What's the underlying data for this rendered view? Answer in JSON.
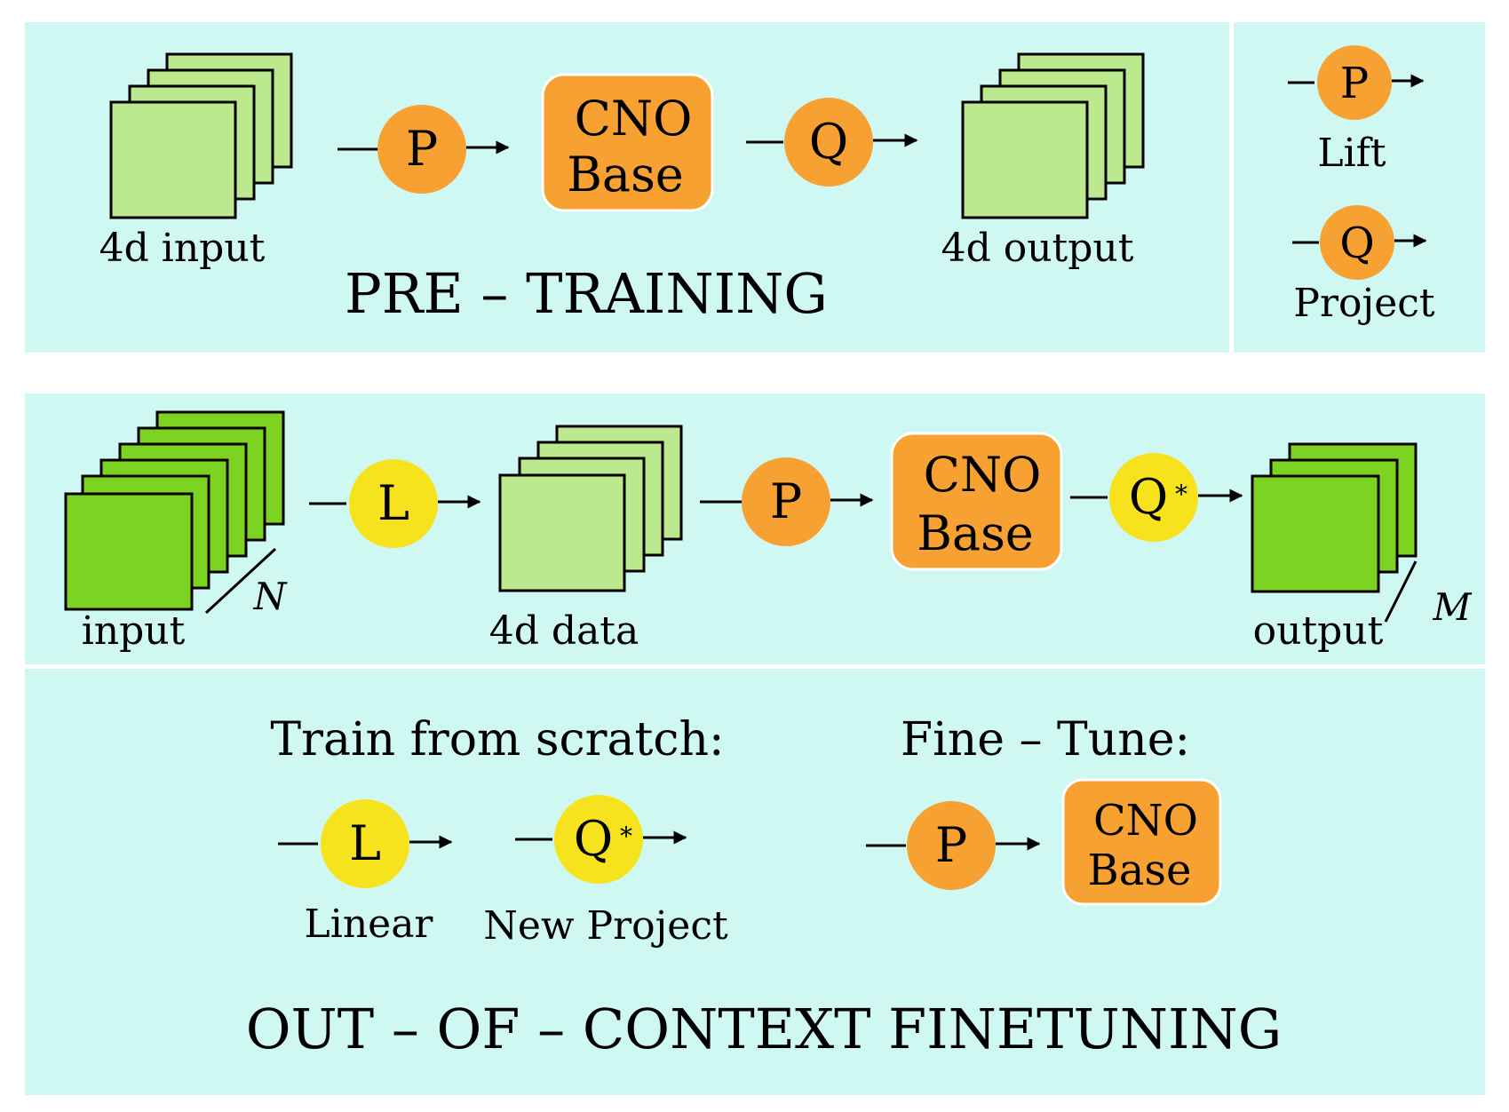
{
  "pretraining": {
    "title": "PRE – TRAINING",
    "input_label": "4d input",
    "output_label": "4d output",
    "lift_glyph": "P",
    "project_glyph": "Q",
    "block": {
      "line1": "CNO",
      "line2": "Base"
    }
  },
  "legend": {
    "lift": {
      "glyph": "P",
      "label": "Lift"
    },
    "project": {
      "glyph": "Q",
      "label": "Project"
    }
  },
  "finetuning": {
    "title": "OUT – OF – CONTEXT FINETUNING",
    "input_label": "input",
    "input_count": "N",
    "data_label": "4d data",
    "output_label": "output",
    "output_count": "M",
    "linear_glyph": "L",
    "lift_glyph": "P",
    "project_glyph": "Q",
    "project_star": "*",
    "block": {
      "line1": "CNO",
      "line2": "Base"
    },
    "train_from_scratch": {
      "heading": "Train from scratch:",
      "linear": {
        "glyph": "L",
        "label": "Linear"
      },
      "new_project": {
        "glyph": "Q",
        "star": "*",
        "label": "New Project"
      }
    },
    "fine_tune": {
      "heading": "Fine – Tune:",
      "lift_glyph": "P",
      "block": {
        "line1": "CNO",
        "line2": "Base"
      }
    }
  },
  "colors": {
    "panel_bg": "#cff8f2",
    "light_green": "#bde98e",
    "dark_green": "#7dd321",
    "orange": "#f7a133",
    "yellow": "#f7e21e"
  }
}
